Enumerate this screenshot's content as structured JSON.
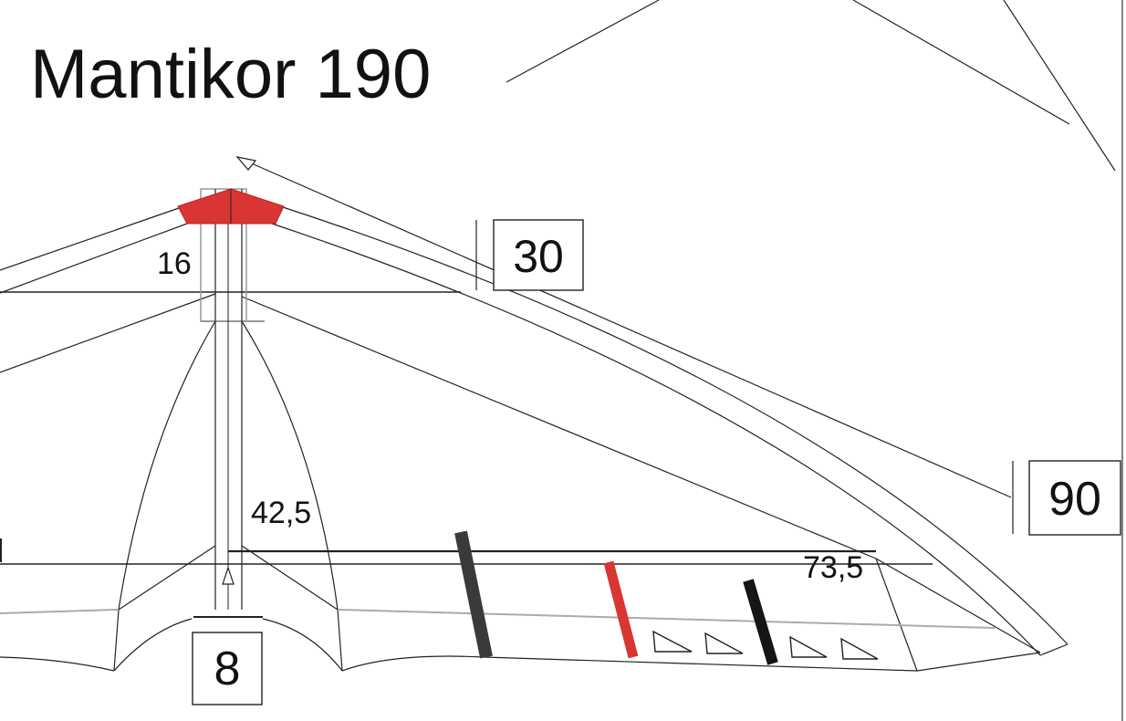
{
  "title": "Mantikor 190",
  "dimensions": {
    "keel_label": "16",
    "center_label": "42,5",
    "span_label": "73,5",
    "box_nose": "30",
    "box_tip": "90",
    "box_keel": "8"
  },
  "colors": {
    "nose_plate": "#d93532",
    "batten_red": "#d93532",
    "batten_dark": "#3a3a3a",
    "batten_black": "#151515"
  }
}
